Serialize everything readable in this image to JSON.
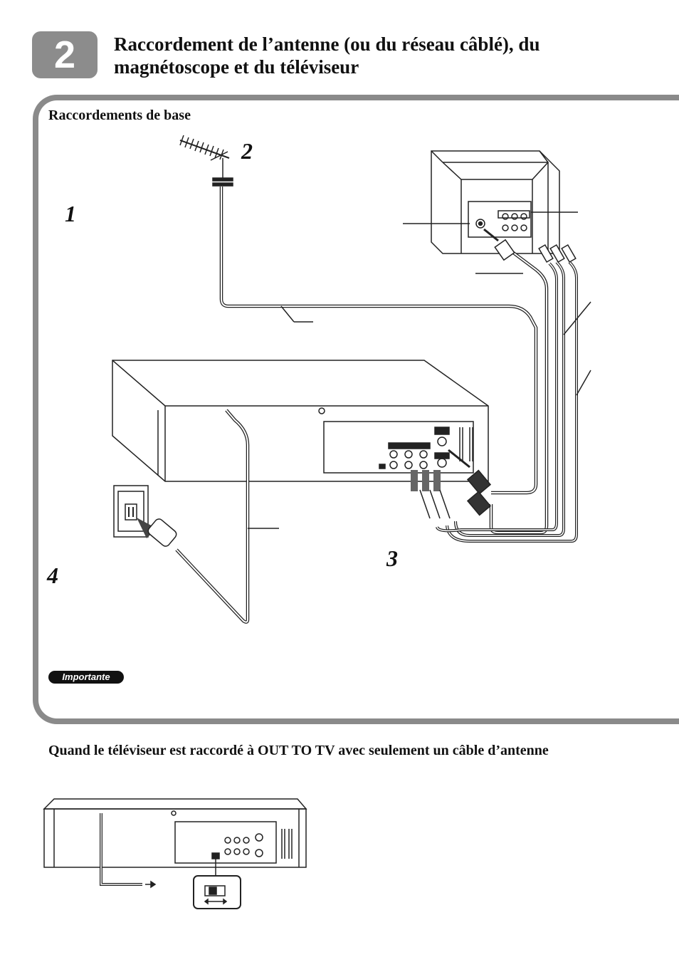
{
  "header": {
    "step_number": "2",
    "title": "Raccordement de l’antenne (ou du réseau câblé), du magnétoscope et du téléviseur"
  },
  "basic_section": {
    "title": "Raccordements de base",
    "steps": [
      "1",
      "2",
      "3",
      "4"
    ],
    "important_label": "Importante"
  },
  "antenna_only_section": {
    "title": "Quand le téléviseur est raccordé à OUT TO TV avec seulement un câble d’antenne"
  }
}
